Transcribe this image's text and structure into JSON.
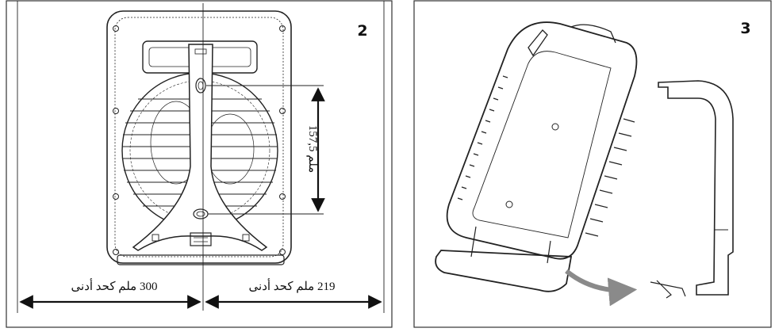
{
  "panel_left": {
    "number": "2",
    "vertical_dimension": "157,5 ملم",
    "left_distance": "300 ملم كحد أدنى",
    "right_distance": "219 ملم كحد أدنى"
  },
  "panel_right": {
    "number": "3"
  }
}
